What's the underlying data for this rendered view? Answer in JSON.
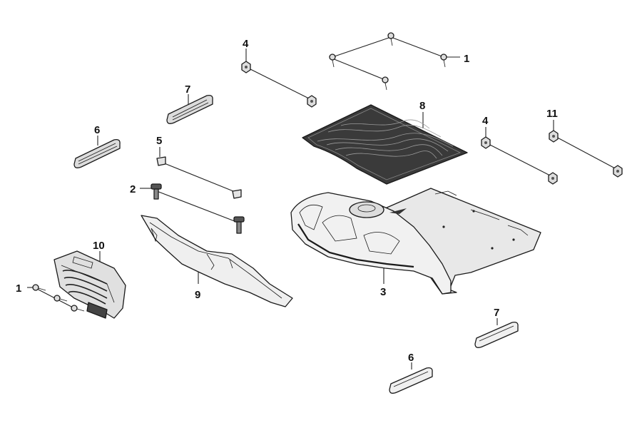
{
  "callouts": {
    "c1_top": "1",
    "c1_left": "1",
    "c2": "2",
    "c3": "3",
    "c4_top": "4",
    "c4_right": "4",
    "c5": "5",
    "c6_left": "6",
    "c6_bottom": "6",
    "c7_top": "7",
    "c7_right": "7",
    "c8": "8",
    "c9": "9",
    "c10": "10",
    "c11": "11"
  },
  "colors": {
    "outline": "#1a1a1a",
    "part_fill": "#ececec",
    "part_shade": "#cfcfcf",
    "dark_fill": "#2b2b2b"
  }
}
